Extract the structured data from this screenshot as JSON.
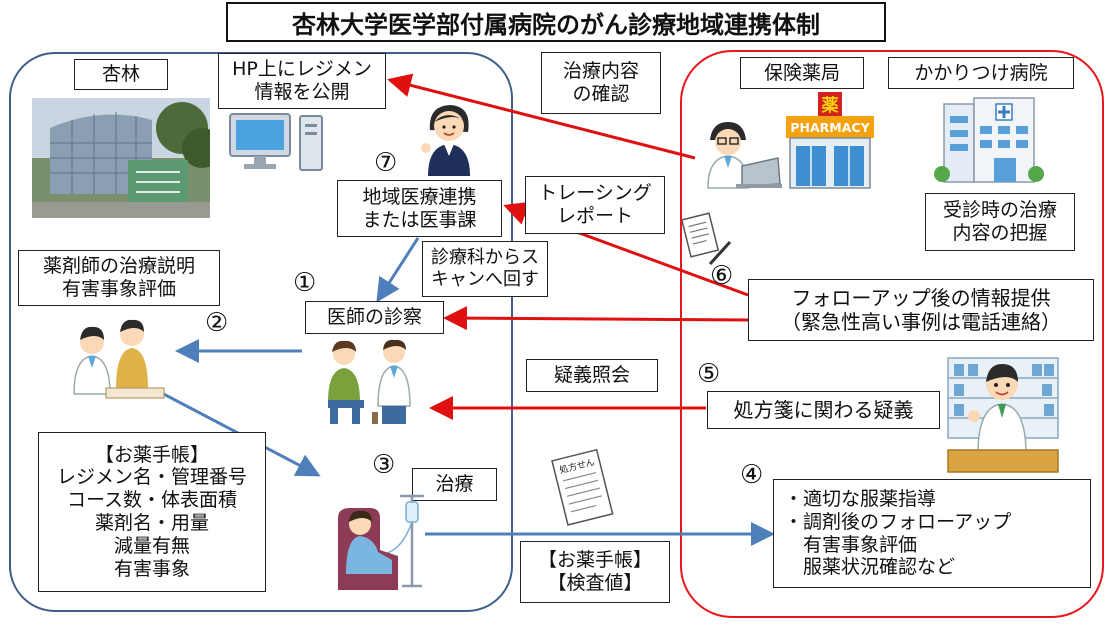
{
  "title": "杏林大学医学部付属病院のがん診療地域連携体制",
  "colors": {
    "blue_region": "#3e5f8a",
    "red_region": "#e8161b",
    "blue_arrow": "#4f7fba",
    "red_arrow": "#e01010"
  },
  "regions": {
    "kyorin": {
      "label": "杏林"
    },
    "pharmacy": {
      "label": "保険薬局"
    },
    "clinic": {
      "label": "かかりつけ病院"
    }
  },
  "nodes": {
    "hp_publish": {
      "lines": [
        "HP上にレジメン",
        "情報を公開"
      ]
    },
    "chiiki": {
      "lines": [
        "地域医療連携",
        "または医事課"
      ]
    },
    "doctor_exam": {
      "lines": [
        "医師の診察"
      ]
    },
    "pharmacist_expl": {
      "lines": [
        "薬剤師の治療説明",
        "有害事象評価"
      ]
    },
    "okusuri_left": {
      "lines": [
        "【お薬手帳】",
        "レジメン名・管理番号",
        "コース数・体表面積",
        "薬剤名・用量",
        "減量有無",
        "有害事象"
      ]
    },
    "treatment": {
      "lines": [
        "治療"
      ]
    },
    "confirm": {
      "lines": [
        "治療内容",
        "の確認"
      ]
    },
    "tracing": {
      "lines": [
        "トレーシング",
        "レポート"
      ]
    },
    "scan": {
      "lines": [
        "診療科からス",
        "キャンへ回す"
      ]
    },
    "followup_info": {
      "lines": [
        "フォローアップ後の情報提供",
        "（緊急性高い事例は電話連絡）"
      ]
    },
    "inquiry": {
      "lines": [
        "疑義照会"
      ]
    },
    "rx_doubt": {
      "lines": [
        "処方箋に関わる疑義"
      ]
    },
    "pharm_guidance": {
      "lines": [
        "・適切な服薬指導",
        "・調剤後のフォローアップ",
        "　有害事象評価",
        "　服薬状況確認など"
      ]
    },
    "okusuri_bottom": {
      "lines": [
        "【お薬手帳】",
        "【検査値】"
      ]
    },
    "clinic_grasp": {
      "lines": [
        "受診時の治療",
        "内容の把握"
      ]
    }
  },
  "numbers": [
    "①",
    "②",
    "③",
    "④",
    "⑤",
    "⑥",
    "⑦"
  ],
  "images": {
    "pharmacy_sign": "PHARMACY",
    "pharmacy_kanji": "薬",
    "prescription_text": "処方せん"
  },
  "icons": [
    "hospital-building-photo",
    "computer-icon",
    "receptionist-icon",
    "pharmacist-laptop-icon",
    "pharmacy-store-icon",
    "clinic-building-icon",
    "document-pen-icon",
    "doctor-patient-icon",
    "pharmacist-patient-icon",
    "infusion-patient-icon",
    "prescription-icon",
    "pharmacist-counter-icon"
  ]
}
